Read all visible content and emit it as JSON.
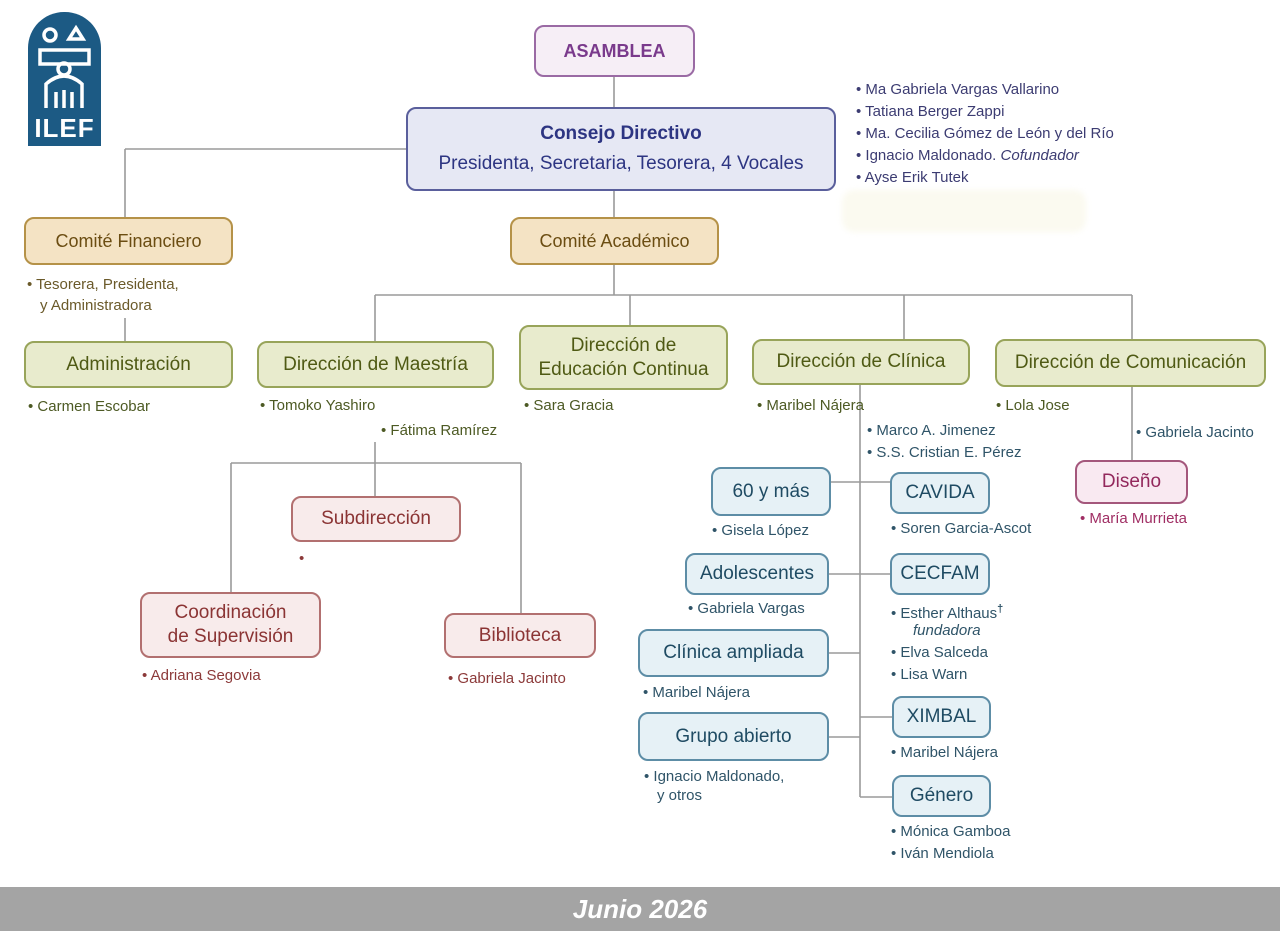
{
  "logo": {
    "text": "ILEF"
  },
  "asamblea": "ASAMBLEA",
  "consejo": {
    "title": "Consejo Directivo",
    "subtitle": "Presidenta,  Secretaria,  Tesorera, 4 Vocales"
  },
  "consejo_members": [
    "Ma Gabriela Vargas Vallarino",
    "Tatiana Berger Zappi",
    "Ma. Cecilia Gómez de León y del Río",
    "Ignacio Maldonado.",
    "Ayse Erik Tutek"
  ],
  "consejo_member_note": "Cofundador",
  "comite_financiero": {
    "label": "Comité Financiero",
    "members_line1": "Tesorera,  Presidenta,",
    "members_line2": "y Administradora"
  },
  "comite_academico": {
    "label": "Comité Académico"
  },
  "administracion": {
    "label": "Administración",
    "person": "Carmen Escobar"
  },
  "maestria": {
    "label": "Dirección de Maestría",
    "person1": "Tomoko Yashiro",
    "person2": "Fátima Ramírez"
  },
  "educacion": {
    "label_line1": "Dirección de",
    "label_line2": "Educación Continua",
    "person": "Sara Gracia"
  },
  "clinica": {
    "label": "Dirección de Clínica",
    "person1": "Maribel Nájera",
    "person2": "Marco A. Jimenez",
    "person3": "S.S. Cristian E. Pérez"
  },
  "comunicacion": {
    "label": "Dirección de Comunicación",
    "person1": "Lola Jose",
    "person2": "Gabriela Jacinto"
  },
  "diseno": {
    "label": "Diseño",
    "person": "María Murrieta"
  },
  "subdireccion": {
    "label": "Subdirección",
    "person": ""
  },
  "coordinacion": {
    "label_line1": "Coordinación",
    "label_line2": "de Supervisión",
    "person": "Adriana Segovia"
  },
  "biblioteca": {
    "label": "Biblioteca",
    "person": "Gabriela Jacinto"
  },
  "sesenta": {
    "label": "60 y más",
    "person": "Gisela López"
  },
  "adolescentes": {
    "label": "Adolescentes",
    "person": "Gabriela Vargas"
  },
  "clinica_ampliada": {
    "label": "Clínica ampliada",
    "person": "Maribel Nájera"
  },
  "grupo_abierto": {
    "label": "Grupo abierto",
    "person_line1": "Ignacio Maldonado,",
    "person_line2": "y otros"
  },
  "cavida": {
    "label": "CAVIDA",
    "person": "Soren Garcia-Ascot"
  },
  "cecfam": {
    "label": "CECFAM",
    "person1": "Esther Althaus",
    "person1_mark": "†",
    "person1_note": "fundadora",
    "person2": "Elva Salceda",
    "person3": "Lisa Warn"
  },
  "ximbal": {
    "label": "XIMBAL",
    "person": "Maribel Nájera"
  },
  "genero": {
    "label": "Género",
    "person1": "Mónica Gamboa",
    "person2": "Iván Mendiola"
  },
  "footer": "Junio 2026",
  "colors": {
    "line": "#9a9a9a",
    "asamblea": "#7a3a8c",
    "consejo": "#2d3582",
    "comite": "#b59248",
    "direccion": "#98a45a",
    "sub": "#b27070",
    "program": "#5d8da6",
    "diseno": "#a4577c",
    "footer_bg": "#a4a4a4"
  }
}
